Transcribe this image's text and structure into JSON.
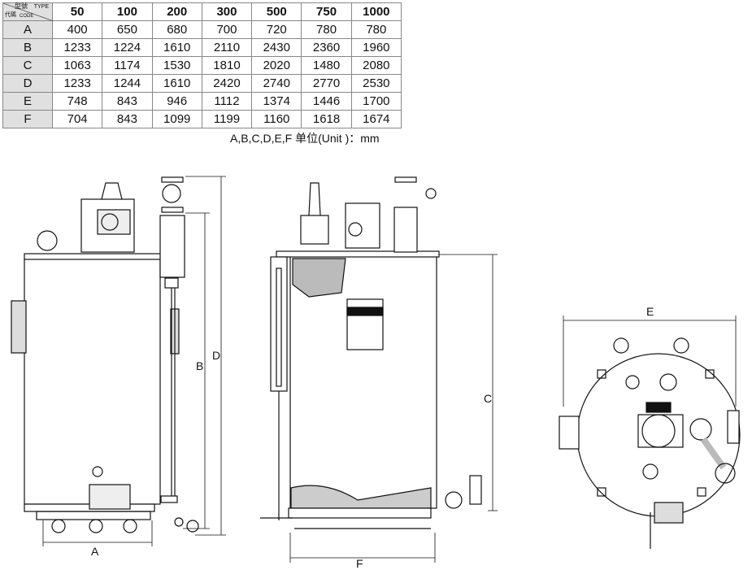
{
  "table": {
    "header_type_cn": "型號",
    "header_type_en": "TYPE",
    "header_code_cn": "代碼",
    "header_code_en": "CODE",
    "columns": [
      "50",
      "100",
      "200",
      "300",
      "500",
      "750",
      "1000"
    ],
    "rows": [
      {
        "code": "A",
        "values": [
          "400",
          "650",
          "680",
          "700",
          "720",
          "780",
          "780"
        ]
      },
      {
        "code": "B",
        "values": [
          "1233",
          "1224",
          "1610",
          "2110",
          "2430",
          "2360",
          "1960"
        ]
      },
      {
        "code": "C",
        "values": [
          "1063",
          "1174",
          "1530",
          "1810",
          "2020",
          "1480",
          "2080"
        ]
      },
      {
        "code": "D",
        "values": [
          "1233",
          "1244",
          "1610",
          "2420",
          "2740",
          "2770",
          "2530"
        ]
      },
      {
        "code": "E",
        "values": [
          "748",
          "843",
          "946",
          "1112",
          "1374",
          "1446",
          "1700"
        ]
      },
      {
        "code": "F",
        "values": [
          "704",
          "843",
          "1099",
          "1199",
          "1160",
          "1618",
          "1674"
        ]
      }
    ],
    "unit_note": "A,B,C,D,E,F  单位(Unit )：mm"
  },
  "dimensions": {
    "a": "A",
    "b": "B",
    "c": "C",
    "d": "D",
    "e": "E",
    "f": "F"
  }
}
